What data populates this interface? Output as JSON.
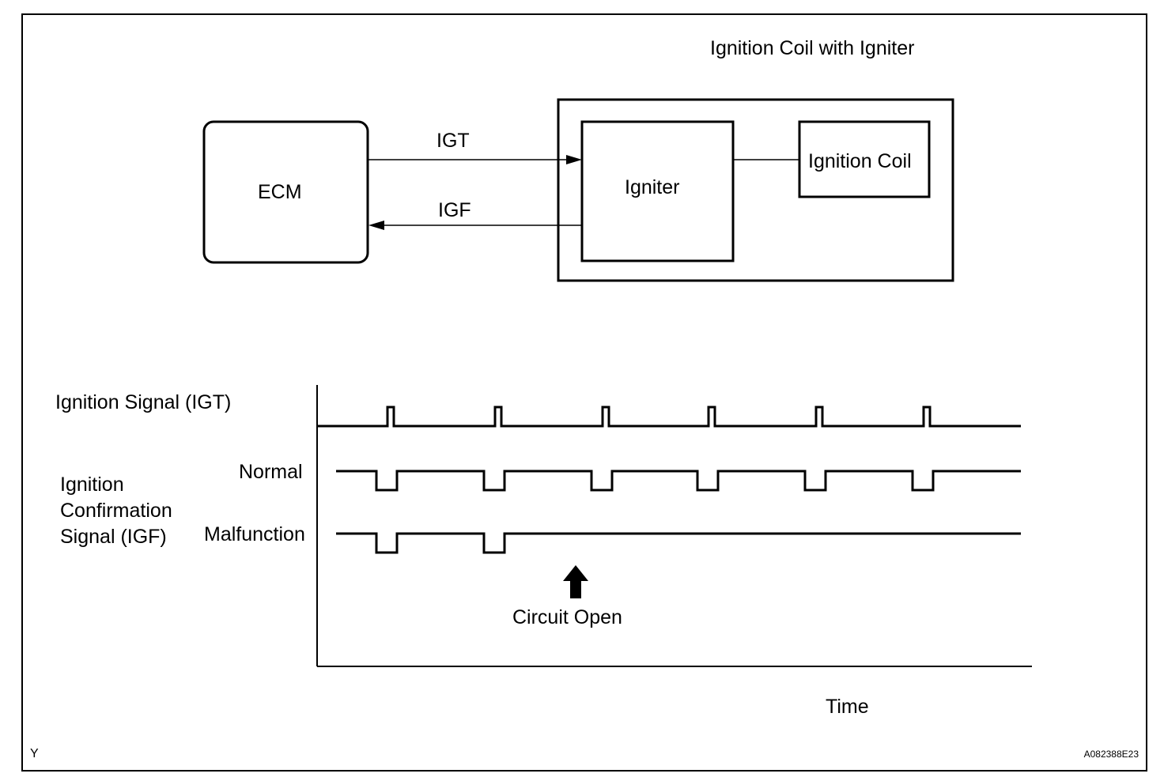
{
  "assembly_label": "Ignition Coil with Igniter",
  "blocks": {
    "ecm": "ECM",
    "igniter": "Igniter",
    "ignition_coil": "Ignition Coil"
  },
  "signals": {
    "igt": "IGT",
    "igf": "IGF"
  },
  "timing": {
    "igt_row_label": "Ignition Signal (IGT)",
    "igf_label_lines": [
      "Ignition",
      "Confirmation",
      "Signal (IGF)"
    ],
    "normal_label": "Normal",
    "malfunction_label": "Malfunction",
    "event_label": "Circuit Open",
    "time_axis_label": "Time",
    "igt_pulse_count": 6,
    "igf_normal_pulse_count": 6,
    "igf_malfunction_pulse_count": 2
  },
  "corner_left_mark": "Y",
  "figure_code": "A082388E23"
}
